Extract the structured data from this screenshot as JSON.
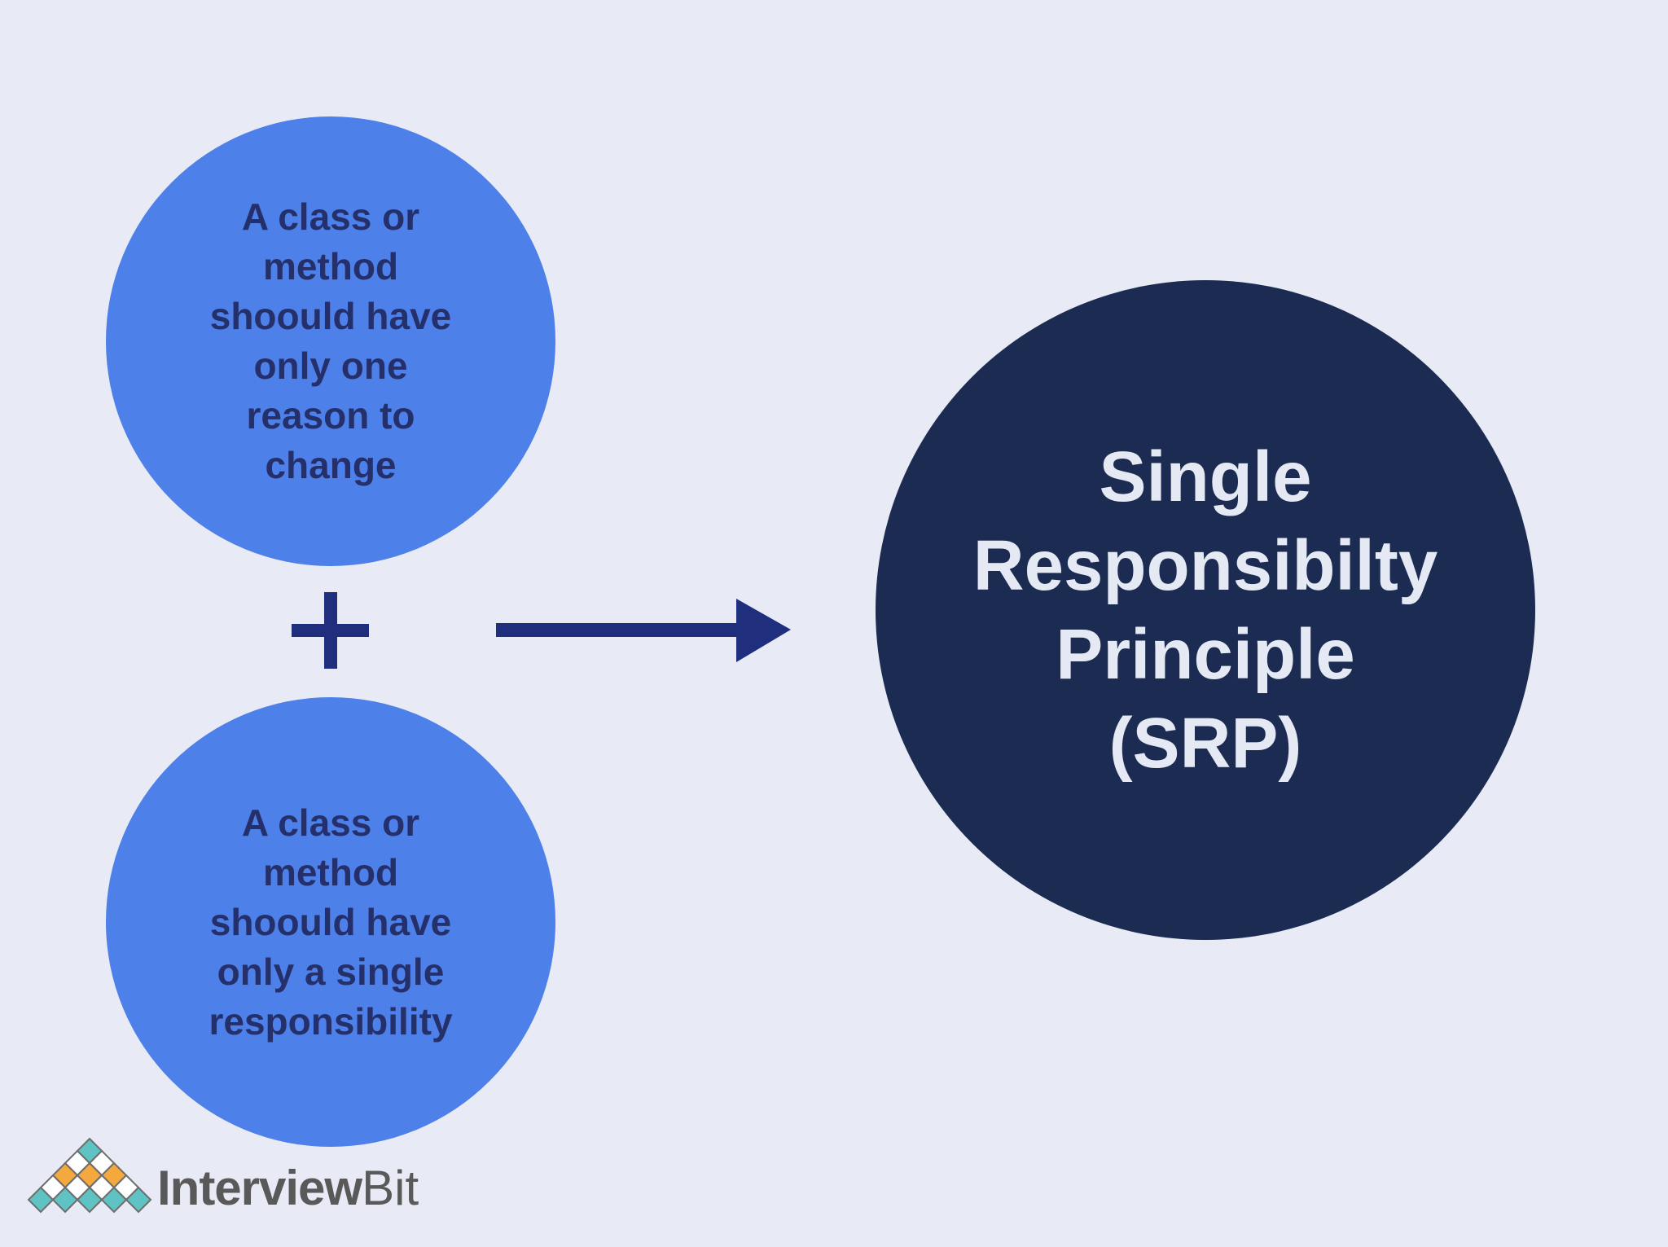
{
  "colors": {
    "bg": "#E8EBF5",
    "circle-blue": "#4D80E8",
    "circle-navy": "#1B2B52",
    "text-on-blue": "#25306B",
    "text-on-navy": "#E5E9F4",
    "connector": "#1F2E7D",
    "logo-teal": "#5FC2C3",
    "logo-orange": "#F4A83D",
    "logo-white": "#FFFFFF",
    "logo-outline": "#6E6E6E",
    "logo-text": "#595959"
  },
  "diagram": {
    "cause_circle_top": {
      "lines": [
        "A class or",
        "method",
        "shoould have",
        "only one",
        "reason to",
        "change"
      ]
    },
    "cause_circle_bottom": {
      "lines": [
        "A class or",
        "method",
        "shoould have",
        "only a single",
        "responsibility"
      ]
    },
    "result_circle": {
      "lines": [
        "Single",
        "Responsibilty",
        "Principle",
        "(SRP)"
      ]
    }
  },
  "logo": {
    "brand_primary": "Interview",
    "brand_secondary": "Bit"
  }
}
